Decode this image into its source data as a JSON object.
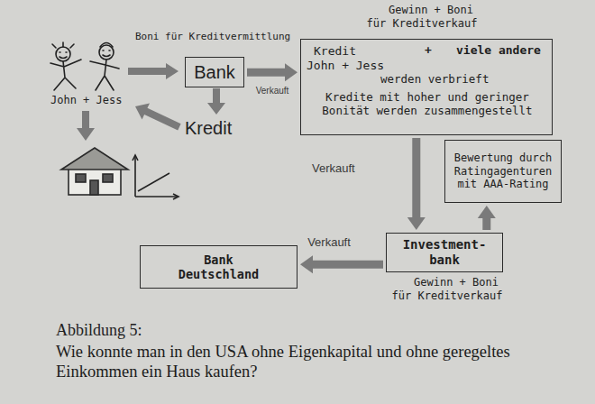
{
  "diagram": {
    "caption": "Wie konnte man in den USA ohne Eigenkapital und ohne geregeltes Einkommen ein Haus kaufen?",
    "nodes": [
      {
        "text": [
          "Bank"
        ]
      },
      {
        "text": [
          "Kredit John + Jess",
          "+",
          "viele andere",
          "werden verbrieft",
          "Kredite mit hoher und geringer Bonität werden zusammengestellt"
        ]
      },
      {
        "text": [
          "Bewertung durch Ratingagenturen mit AAA-Rating"
        ]
      },
      {
        "text": [
          "Investment-bank"
        ]
      },
      {
        "text": [
          "Bank Deutschland"
        ]
      }
    ],
    "edges": [
      {
        "from": 0,
        "to": 1,
        "arrow": "to",
        "label": "Verkauft"
      },
      {
        "from": 1,
        "to": 3,
        "arrow": "to",
        "label": "Verkauft"
      },
      {
        "from": 3,
        "to": 2,
        "arrow": "to"
      },
      {
        "from": 3,
        "to": 4,
        "arrow": "to",
        "label": "Verkauft"
      }
    ],
    "labels": [
      "Gewinn + Boni für Kreditverkauf",
      "Boni für Kreditvermittlung",
      "John + Jess",
      "Kredit",
      "Gewinn + Boni für Kreditverkauf",
      "Abbildung 5:"
    ]
  }
}
